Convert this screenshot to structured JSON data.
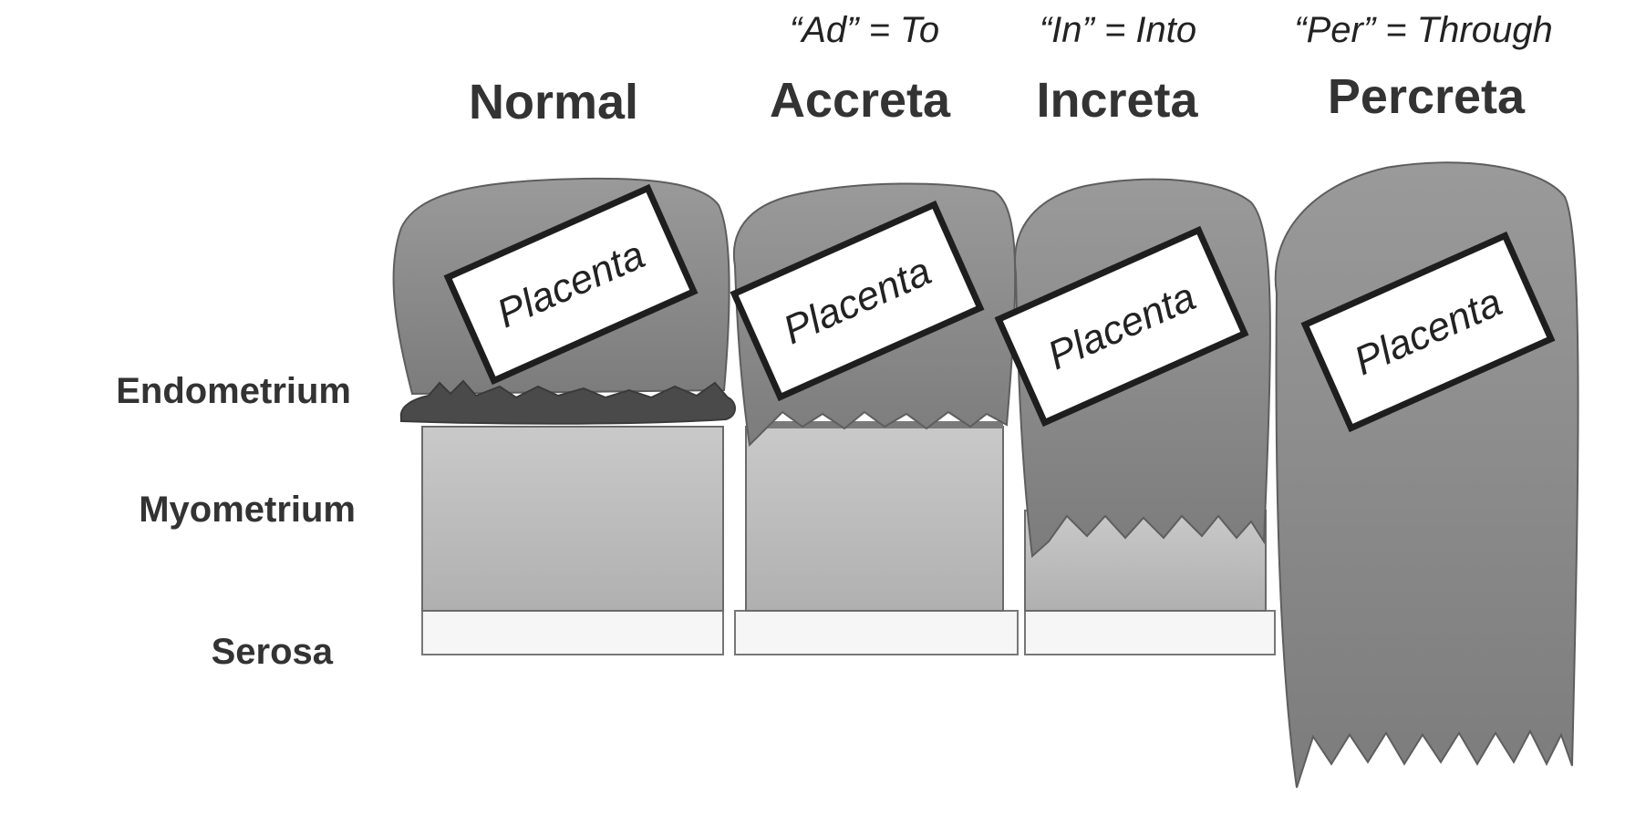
{
  "etymologies": {
    "accreta": "“Ad” = To",
    "increta": "“In” = Into",
    "percreta": "“Per” = Through"
  },
  "types": {
    "normal": "Normal",
    "accreta": "Accreta",
    "increta": "Increta",
    "percreta": "Percreta"
  },
  "layers": {
    "endometrium": "Endometrium",
    "myometrium": "Myometrium",
    "serosa": "Serosa"
  },
  "placenta_label": "Placenta",
  "colors": {
    "placenta": "#8e8e8e",
    "placenta_dark": "#6f6f6f",
    "endometrium": "#4a4a4a",
    "myometrium": "#bdbdbd",
    "serosa": "#f6f6f6",
    "outline": "#6a6a6a"
  }
}
